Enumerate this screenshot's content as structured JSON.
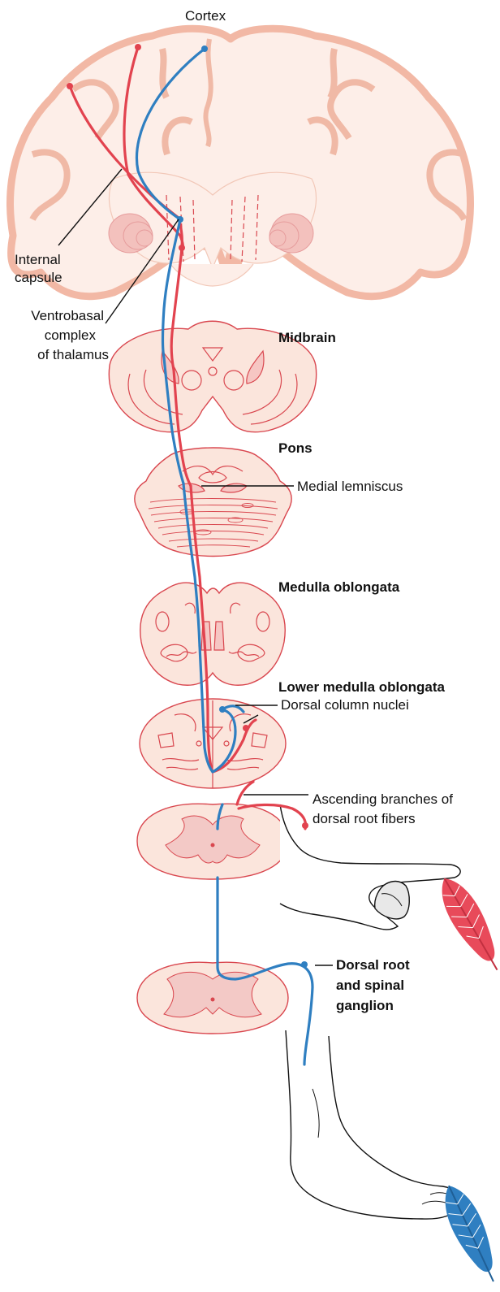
{
  "labels": {
    "cortex": "Cortex",
    "internal_capsule_line1": "Internal",
    "internal_capsule_line2": "capsule",
    "ventrobasal_line1": "Ventrobasal",
    "ventrobasal_line2": "complex",
    "ventrobasal_line3": "of thalamus",
    "midbrain": "Midbrain",
    "pons": "Pons",
    "medial_lemniscus": "Medial lemniscus",
    "medulla_oblongata": "Medulla oblongata",
    "lower_medulla_oblongata": "Lower medulla oblongata",
    "dorsal_column_nuclei": "Dorsal column nuclei",
    "ascending_branches_line1": "Ascending branches of",
    "ascending_branches_line2": "dorsal root fibers",
    "dorsal_root_line1": "Dorsal root",
    "dorsal_root_line2": "and spinal",
    "dorsal_root_line3": "ganglion"
  },
  "colors": {
    "upper_body_pathway": "#e2434f",
    "lower_body_pathway": "#2f7fc1",
    "tissue_fill": "#fbe5dc",
    "tissue_outline": "#d9474f"
  },
  "icons": {
    "red_stimulus": "feather-icon",
    "blue_stimulus": "feather-icon"
  }
}
